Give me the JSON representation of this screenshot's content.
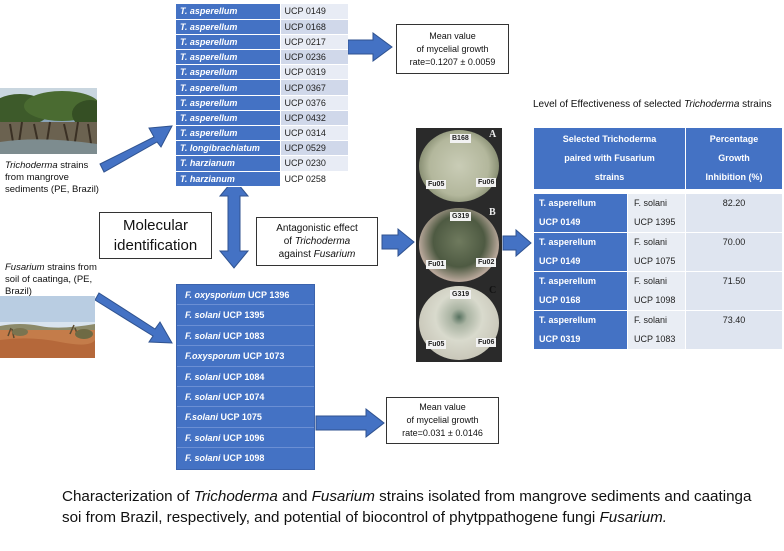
{
  "trichoderma_strains": [
    {
      "species": "T. asperellum",
      "code": "UCP 0149"
    },
    {
      "species": "T. asperellum",
      "code": "UCP 0168"
    },
    {
      "species": "T. asperellum",
      "code": "UCP 0217"
    },
    {
      "species": "T. asperellum",
      "code": "UCP 0236"
    },
    {
      "species": "T. asperellum",
      "code": "UCP 0319"
    },
    {
      "species": "T. asperellum",
      "code": "UCP 0367"
    },
    {
      "species": "T. asperellum",
      "code": "UCP 0376"
    },
    {
      "species": "T. asperellum",
      "code": "UCP 0432"
    },
    {
      "species": "T. asperellum",
      "code": "UCP 0314"
    },
    {
      "species": "T. longibrachiatum",
      "code": "UCP 0529"
    },
    {
      "species": "T. harzianum",
      "code": "UCP 0230"
    },
    {
      "species": "T. harzianum",
      "code": "UCP 0258"
    }
  ],
  "fusarium_strains": [
    {
      "species": "F. oxysporium",
      "code": " UCP 1396"
    },
    {
      "species": "F. solani",
      "code": " UCP 1395"
    },
    {
      "species": "F. solani",
      "code": " UCP 1083"
    },
    {
      "species": "F.oxysporum",
      "code": " UCP 1073"
    },
    {
      "species": "F. solani",
      "code": " UCP 1084"
    },
    {
      "species": "F. solani",
      "code": " UCP 1074"
    },
    {
      "species": "F.solani",
      "code": " UCP 1075"
    },
    {
      "species": "F. solani",
      "code": " UCP 1096"
    },
    {
      "species": "F. solani",
      "code": " UCP 1098"
    }
  ],
  "mean_top": {
    "line1": "Mean value",
    "line2": "of mycelial growth",
    "line3": "rate=0.1207 ± 0.0059"
  },
  "mean_bottom": {
    "line1": "Mean value",
    "line2": "of mycelial growth",
    "line3": "rate=0.031 ± 0.0146"
  },
  "molecular": {
    "line1": "Molecular",
    "line2": "identification"
  },
  "antagonistic": {
    "pre": "Antagonistic effect",
    "of": "of ",
    "genus": "Trichoderma",
    "against": "against ",
    "target": "Fusarium"
  },
  "trichoderma_source": {
    "genus": "Trichoderma",
    "rest": " strains from mangrove sediments (PE, Brazil)"
  },
  "fusarium_source": {
    "genus": "Fusarium",
    "rest": " strains from soil of caatinga, (PE, Brazil)"
  },
  "plates": {
    "a": {
      "letter": "A",
      "top": "B168",
      "left": "Fu05",
      "right": "Fu06"
    },
    "b": {
      "letter": "B",
      "top": "G319",
      "left": "Fu01",
      "right": "Fu02"
    },
    "c": {
      "letter": "C",
      "top": "G319",
      "left": "Fu05",
      "right": "Fu06"
    }
  },
  "effectiveness": {
    "title_pre": "Level of Effectiveness of selected ",
    "title_genus": "Trichoderma",
    "title_post": " strains",
    "header_pair": "Selected Trichoderma paired with Fusarium strains",
    "header_pct": "Percentage Growth Inhibition (%)",
    "rows": [
      {
        "strain": "T. asperellum",
        "strain_code": "UCP 0149",
        "fus": "F. solani",
        "fus_code": "UCP 1395",
        "pct": "82.20"
      },
      {
        "strain": "T. asperellum",
        "strain_code": "UCP 0149",
        "fus": "F. solani",
        "fus_code": "UCP 1075",
        "pct": "70.00"
      },
      {
        "strain": "T. asperellum",
        "strain_code": "UCP 0168",
        "fus": "F. solani",
        "fus_code": "UCP 1098",
        "pct": "71.50"
      },
      {
        "strain": "T. asperellum",
        "strain_code": "UCP 0319",
        "fus": "F. solani",
        "fus_code": "UCP 1083",
        "pct": "73.40"
      }
    ]
  },
  "caption": {
    "p1": "Characterization of ",
    "g1": "Trichoderma",
    "p2": " and ",
    "g2": "Fusarium",
    "p3": "  strains isolated from mangrove sediments and caatinga soi from Brazil, respectively,  and potential of biocontrol of phytppathogene fungi ",
    "g3": "Fusarium."
  },
  "colors": {
    "table_blue": "#4472c4",
    "arrow_blue": "#4472c4",
    "arrow_border": "#2f528f"
  }
}
